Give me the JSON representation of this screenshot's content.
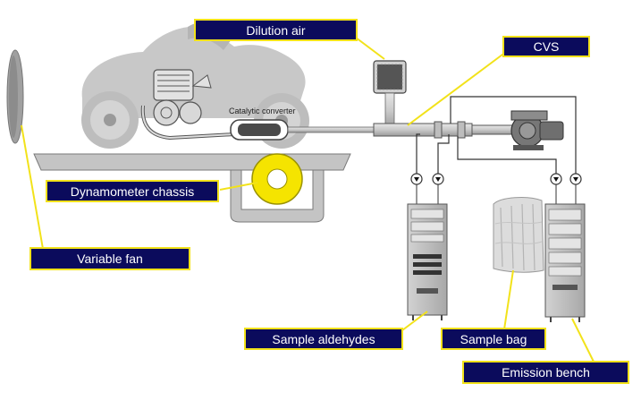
{
  "labels": {
    "dilution_air": "Dilution air",
    "cvs": "CVS",
    "catalytic_converter": "Catalytic converter",
    "dynamometer_chassis": "Dynamometer chassis",
    "variable_fan": "Variable fan",
    "sample_aldehydes": "Sample aldehydes",
    "sample_bag": "Sample bag",
    "emission_bench": "Emission bench"
  },
  "colors": {
    "label_background": "#0b0b5c",
    "label_border": "#f2e21a",
    "label_text": "#ffffff",
    "leader_line": "#f2e21a",
    "dyno_roller": "#f5e400"
  }
}
